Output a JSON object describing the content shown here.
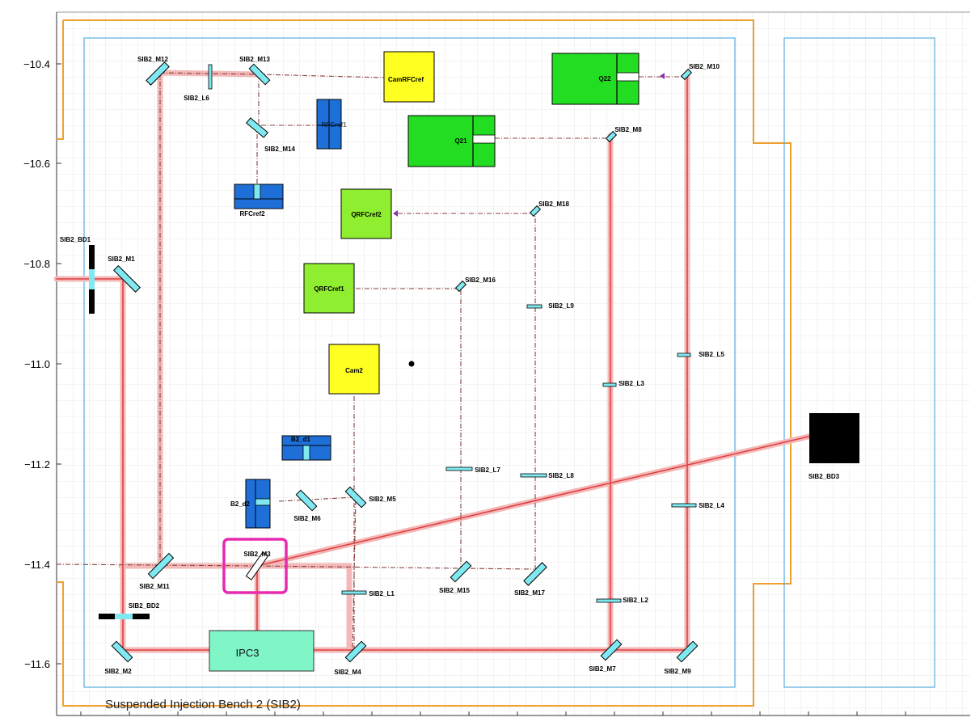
{
  "diagram": {
    "title": "Suspended Injection Bench 2 (SIB2)",
    "y_ticks": [
      "−10.4",
      "−10.6",
      "−10.8",
      "−11.0",
      "−11.2",
      "−11.4",
      "−11.6"
    ],
    "colors": {
      "grid": "#dedede",
      "bench_outline": "#f0a030",
      "inner_outline": "#5aaee0",
      "beam": "#e04040",
      "beam_glow": "#f3b8b8",
      "dashed_beam": "#8b4040",
      "optic_cyan": "#7fe8f0",
      "detector_blue": "#1e6fd8",
      "green": "#22dd22",
      "lime": "#90ee30",
      "yellow": "#ffff22",
      "ipc_fill": "#80f5c8",
      "highlight": "#e62bb0"
    },
    "components": {
      "camrfcref": "CamRFCref",
      "q22": "Q22",
      "q21": "Q21",
      "qrfcref2": "QRFCref2",
      "qrfcref1": "QRFCref1",
      "cam2": "Cam2",
      "ipc3": "IPC3",
      "rfcref1": "RFCref1",
      "rfcref2": "RFCref2",
      "b2_d1": "B2_d1",
      "b2_d2": "B2_d2",
      "sib2_bd3": "SIB2_BD3"
    },
    "optics": {
      "m1": "SIB2_M1",
      "m2": "SIB2_M2",
      "m3": "SIB2_M3",
      "m4": "SIB2_M4",
      "m5": "SIB2_M5",
      "m6": "SIB2_M6",
      "m7": "SIB2_M7",
      "m8": "SIB2_M8",
      "m9": "SIB2_M9",
      "m10": "SIB2_M10",
      "m11": "SIB2_M11",
      "m12": "SIB2_M12",
      "m13": "SIB2_M13",
      "m14": "SIB2_M14",
      "m15": "SIB2_M15",
      "m16": "SIB2_M16",
      "m17": "SIB2_M17",
      "m18": "SIB2_M18",
      "l1": "SIB2_L1",
      "l2": "SIB2_L2",
      "l3": "SIB2_L3",
      "l4": "SIB2_L4",
      "l5": "SIB2_L5",
      "l6": "SIB2_L6",
      "l7": "SIB2_L7",
      "l8": "SIB2_L8",
      "l9": "SIB2_L9",
      "bd1": "SIB2_BD1",
      "bd2": "SIB2_BD2"
    }
  }
}
